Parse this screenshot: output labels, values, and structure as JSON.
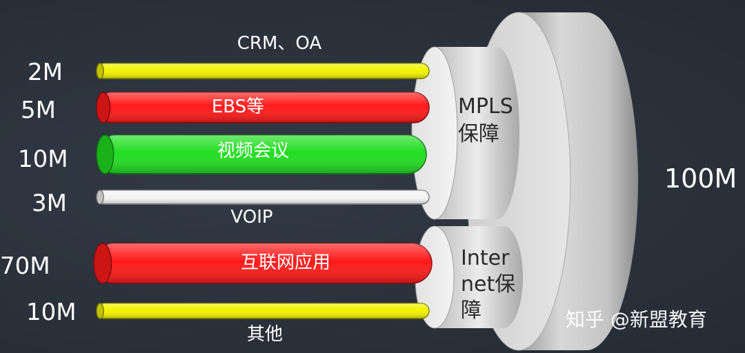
{
  "groups": {
    "mpls": {
      "label_line1": "MPLS",
      "label_line2": "保障"
    },
    "internet": {
      "label_line1": "Inter",
      "label_line2": "net保",
      "label_line3": "障"
    }
  },
  "total_bandwidth": "100M",
  "flows": [
    {
      "bandwidth": "2M",
      "app": "CRM、OA",
      "color": "#f2f200",
      "group": "mpls"
    },
    {
      "bandwidth": "5M",
      "app": "EBS等",
      "color": "#ff1a1a",
      "group": "mpls"
    },
    {
      "bandwidth": "10M",
      "app": "视频会议",
      "color": "#22dd22",
      "group": "mpls"
    },
    {
      "bandwidth": "3M",
      "app": "VOIP",
      "color": "#f4f4f4",
      "group": "mpls"
    },
    {
      "bandwidth": "70M",
      "app": "互联网应用",
      "color": "#ff1a1a",
      "group": "internet"
    },
    {
      "bandwidth": "10M",
      "app": "其他",
      "color": "#f2f200",
      "group": "internet"
    }
  ],
  "watermark": "知乎 @新盟教育"
}
